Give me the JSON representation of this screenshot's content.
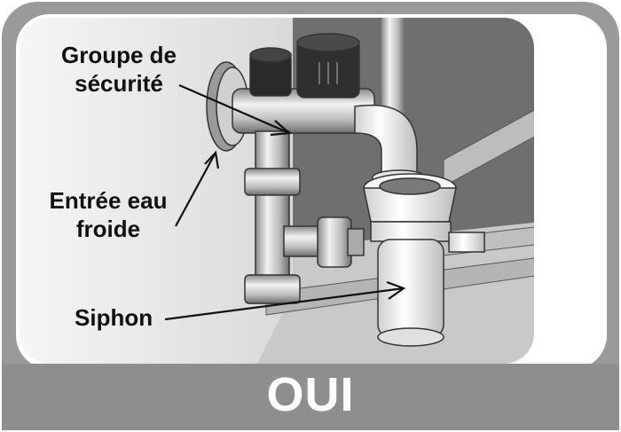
{
  "labels": {
    "groupe_line1": "Groupe de",
    "groupe_line2": "sécurité",
    "entree_line1": "Entrée eau",
    "entree_line2": "froide",
    "siphon": "Siphon"
  },
  "banner": {
    "text": "OUI"
  },
  "colors": {
    "frame": "#9a9a9a",
    "banner": "#8e8e8e",
    "wall": "#6f6f6f",
    "floor": "#c9c9c9",
    "pipe": "#cfcfcf",
    "label_text": "#111111",
    "banner_text": "#ffffff"
  }
}
